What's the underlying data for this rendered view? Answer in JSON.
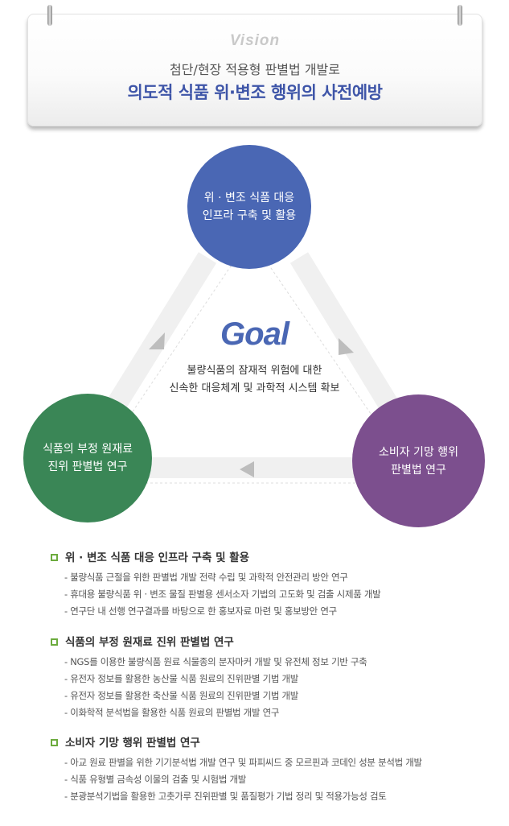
{
  "vision": {
    "label": "Vision",
    "subtitle": "첨단/현장 적용형 판별법 개발로",
    "title": "의도적 식품 위·변조 행위의 사전예방"
  },
  "goal": {
    "title": "Goal",
    "description": "불량식품의 잠재적 위험에 대한\n신속한 대응체계 및 과학적 시스템 확보"
  },
  "circles": {
    "top": "위 · 변조 식품 대응\n인프라 구축 및 활용",
    "left": "식품의 부정 원재료\n진위 판별법 연구",
    "right": "소비자 기망 행위\n판별법 연구"
  },
  "colors": {
    "blue": "#4a67b4",
    "green": "#3a8656",
    "purple": "#7c4f8e",
    "bullet": "#6cab3e"
  },
  "sections": [
    {
      "title": "위 · 변조 식품 대응 인프라 구축 및 활용",
      "items": [
        "- 불량식품 근절을 위한 판별법 개발 전략 수립 및 과학적 안전관리 방안 연구",
        "- 휴대용 불량식품 위 · 변조 물질 판별용 센서소자 기법의 고도화 및 검출 시제품 개발",
        "- 연구단 내 선행 연구결과를 바탕으로 한 홍보자료 마련 및 홍보방안 연구"
      ]
    },
    {
      "title": "식품의 부정 원재료 진위 판별법 연구",
      "items": [
        "- NGS를 이용한 불량식품 원료 식물종의 분자마커 개발 및 유전체 정보 기반 구축",
        "- 유전자 정보를 활용한 농산물 식품 원료의 진위판별 기법 개발",
        "- 유전자 정보를 활용한 축산물 식품 원료의 진위판별 기법 개발",
        "- 이화학적 분석법을 활용한 식품 원료의 판별법 개발 연구"
      ]
    },
    {
      "title": "소비자 기망 행위 판별법 연구",
      "items": [
        "- 아교 원료 판별을 위한 기기분석법 개발 연구 및 파피씨드 중 모르핀과 코데인 성분 분석법 개발",
        "- 식품 유형별 금속성 이물의 검출 및 시험법 개발",
        "- 분광분석기법을 활용한 고춧가루 진위판별 및 품질평가 기법 정리 및 적용가능성 검토"
      ]
    }
  ]
}
